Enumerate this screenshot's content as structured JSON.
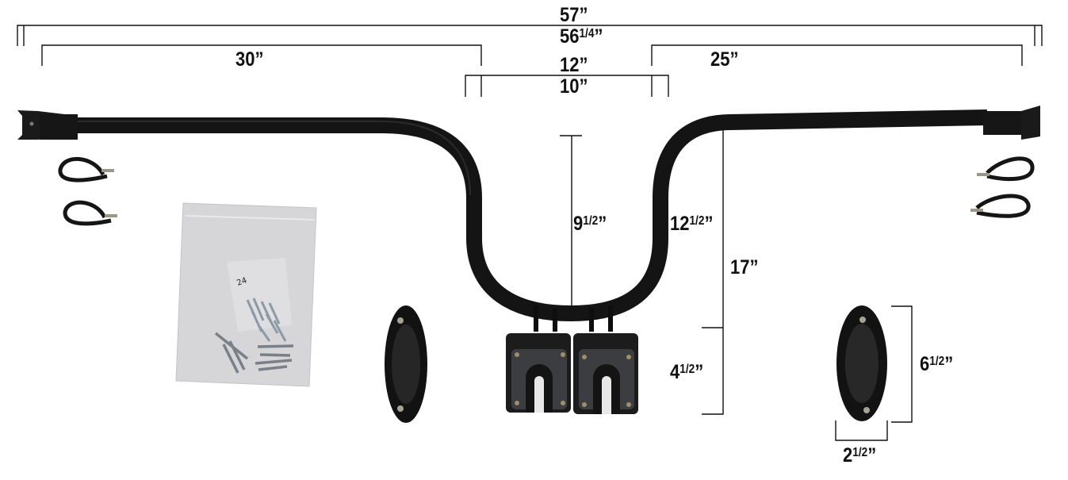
{
  "diagram": {
    "subject": "motorcycle fairing/handlebar mount bar kit with dimension callouts",
    "colors": {
      "background": "#ffffff",
      "bar": "#141414",
      "dimension_line": "#111111",
      "label": "#111111",
      "bag": "#d4d4d6",
      "hardware": "#8a9aa6",
      "clamp_bolt": "#9c968a"
    },
    "dimensions": {
      "overall_width": {
        "whole": "57",
        "frac": "",
        "unit": "”"
      },
      "inner_width": {
        "whole": "56",
        "frac": "1/4",
        "unit": "”"
      },
      "left_arm": {
        "whole": "30",
        "frac": "",
        "unit": "”"
      },
      "right_arm": {
        "whole": "25",
        "frac": "",
        "unit": "”"
      },
      "center_outer": {
        "whole": "12",
        "frac": "",
        "unit": "”"
      },
      "center_inner": {
        "whole": "10",
        "frac": "",
        "unit": "”"
      },
      "drop_center": {
        "whole": "9",
        "frac": "1/2",
        "unit": "”"
      },
      "drop_side": {
        "whole": "12",
        "frac": "1/2",
        "unit": "”"
      },
      "total_height": {
        "whole": "17",
        "frac": "",
        "unit": "”"
      },
      "mount_height": {
        "whole": "4",
        "frac": "1/2",
        "unit": "”"
      },
      "pad_height": {
        "whole": "6",
        "frac": "1/2",
        "unit": "”"
      },
      "pad_width": {
        "whole": "2",
        "frac": "1/2",
        "unit": "”"
      }
    },
    "components": [
      {
        "name": "curved mounting bar",
        "count": 1
      },
      {
        "name": "end brackets",
        "count": 2
      },
      {
        "name": "P-clamps with bolts",
        "count": 4
      },
      {
        "name": "hardware bag",
        "count": 1,
        "bag_label": "24"
      },
      {
        "name": "oval rubber mount pads",
        "count": 2
      },
      {
        "name": "center clip mounts",
        "count": 2
      }
    ]
  }
}
